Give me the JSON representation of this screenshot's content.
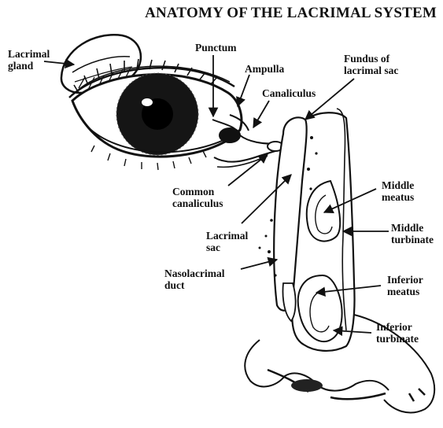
{
  "title": "ANATOMY OF THE LACRIMAL SYSTEM",
  "labels": {
    "lacrimal_gland": "Lacrimal\ngland",
    "punctum": "Punctum",
    "ampulla": "Ampulla",
    "canaliculus": "Canaliculus",
    "fundus": "Fundus of\nlacrimal sac",
    "common_canaliculus": "Common\ncanaliculus",
    "lacrimal_sac": "Lacrimal\nsac",
    "middle_meatus": "Middle\nmeatus",
    "middle_turbinate": "Middle\nturbinate",
    "nasolacrimal_duct": "Nasolacrimal\nduct",
    "inferior_meatus": "Inferior\nmeatus",
    "inferior_turbinate": "Inferior\nturbinate"
  }
}
